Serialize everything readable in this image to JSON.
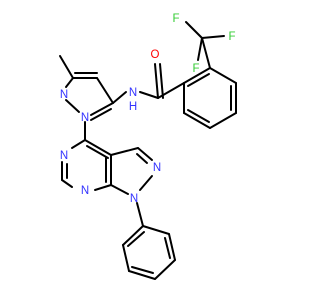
{
  "molecule": {
    "description_visible": false,
    "atoms": [
      {
        "id": "F1",
        "label": "F",
        "color": "#33cc33"
      },
      {
        "id": "F2",
        "label": "F",
        "color": "#33cc33"
      },
      {
        "id": "F3",
        "label": "F",
        "color": "#33cc33"
      },
      {
        "id": "O1",
        "label": "O",
        "color": "#ff0000"
      },
      {
        "id": "N_amide",
        "label": "N",
        "color": "#3333ff"
      },
      {
        "id": "H_amide",
        "label": "H",
        "color": "#3333ff"
      },
      {
        "id": "N_pz_a",
        "label": "N",
        "color": "#3333ff"
      },
      {
        "id": "N_pz_b",
        "label": "N",
        "color": "#3333ff"
      },
      {
        "id": "N_pym_1",
        "label": "N",
        "color": "#3333ff"
      },
      {
        "id": "N_pym_2",
        "label": "N",
        "color": "#3333ff"
      },
      {
        "id": "N_pp_1",
        "label": "N",
        "color": "#3333ff"
      },
      {
        "id": "N_pp_2",
        "label": "N",
        "color": "#3333ff"
      }
    ]
  }
}
